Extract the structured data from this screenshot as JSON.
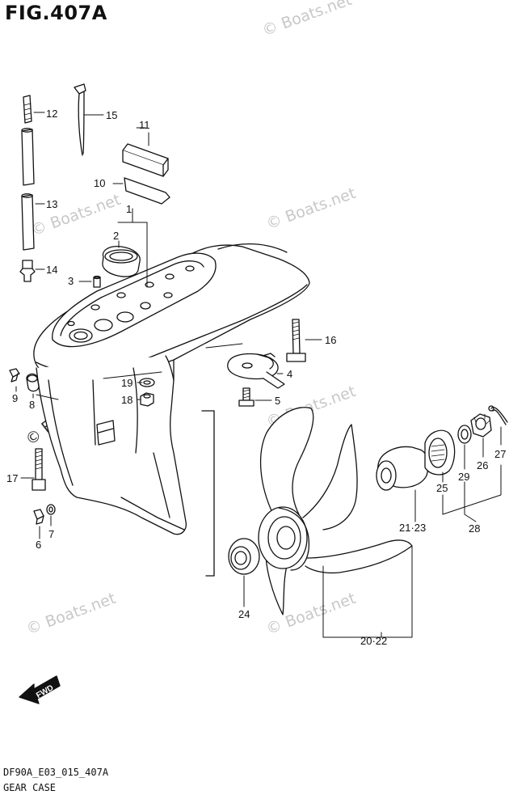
{
  "figure": {
    "title": "FIG.407A"
  },
  "footer": {
    "code": "DF90A_E03_015_407A",
    "name": "GEAR CASE"
  },
  "watermark": {
    "text": "© Boats.net"
  },
  "direction": {
    "label": "FWD"
  },
  "callouts": [
    {
      "id": "c1",
      "text": "1"
    },
    {
      "id": "c2",
      "text": "2"
    },
    {
      "id": "c3",
      "text": "3"
    },
    {
      "id": "c4",
      "text": "4"
    },
    {
      "id": "c5",
      "text": "5"
    },
    {
      "id": "c6",
      "text": "6"
    },
    {
      "id": "c7",
      "text": "7"
    },
    {
      "id": "c8",
      "text": "8"
    },
    {
      "id": "c9",
      "text": "9"
    },
    {
      "id": "c10",
      "text": "10"
    },
    {
      "id": "c11",
      "text": "11"
    },
    {
      "id": "c12",
      "text": "12"
    },
    {
      "id": "c13",
      "text": "13"
    },
    {
      "id": "c14",
      "text": "14"
    },
    {
      "id": "c15",
      "text": "15"
    },
    {
      "id": "c16",
      "text": "16"
    },
    {
      "id": "c17",
      "text": "17"
    },
    {
      "id": "c18",
      "text": "18"
    },
    {
      "id": "c19",
      "text": "19"
    },
    {
      "id": "c20_22",
      "text": "20·22"
    },
    {
      "id": "c21_23",
      "text": "21·23"
    },
    {
      "id": "c24",
      "text": "24"
    },
    {
      "id": "c25",
      "text": "25"
    },
    {
      "id": "c26",
      "text": "26"
    },
    {
      "id": "c27",
      "text": "27"
    },
    {
      "id": "c28",
      "text": "28"
    },
    {
      "id": "c29",
      "text": "29"
    }
  ]
}
